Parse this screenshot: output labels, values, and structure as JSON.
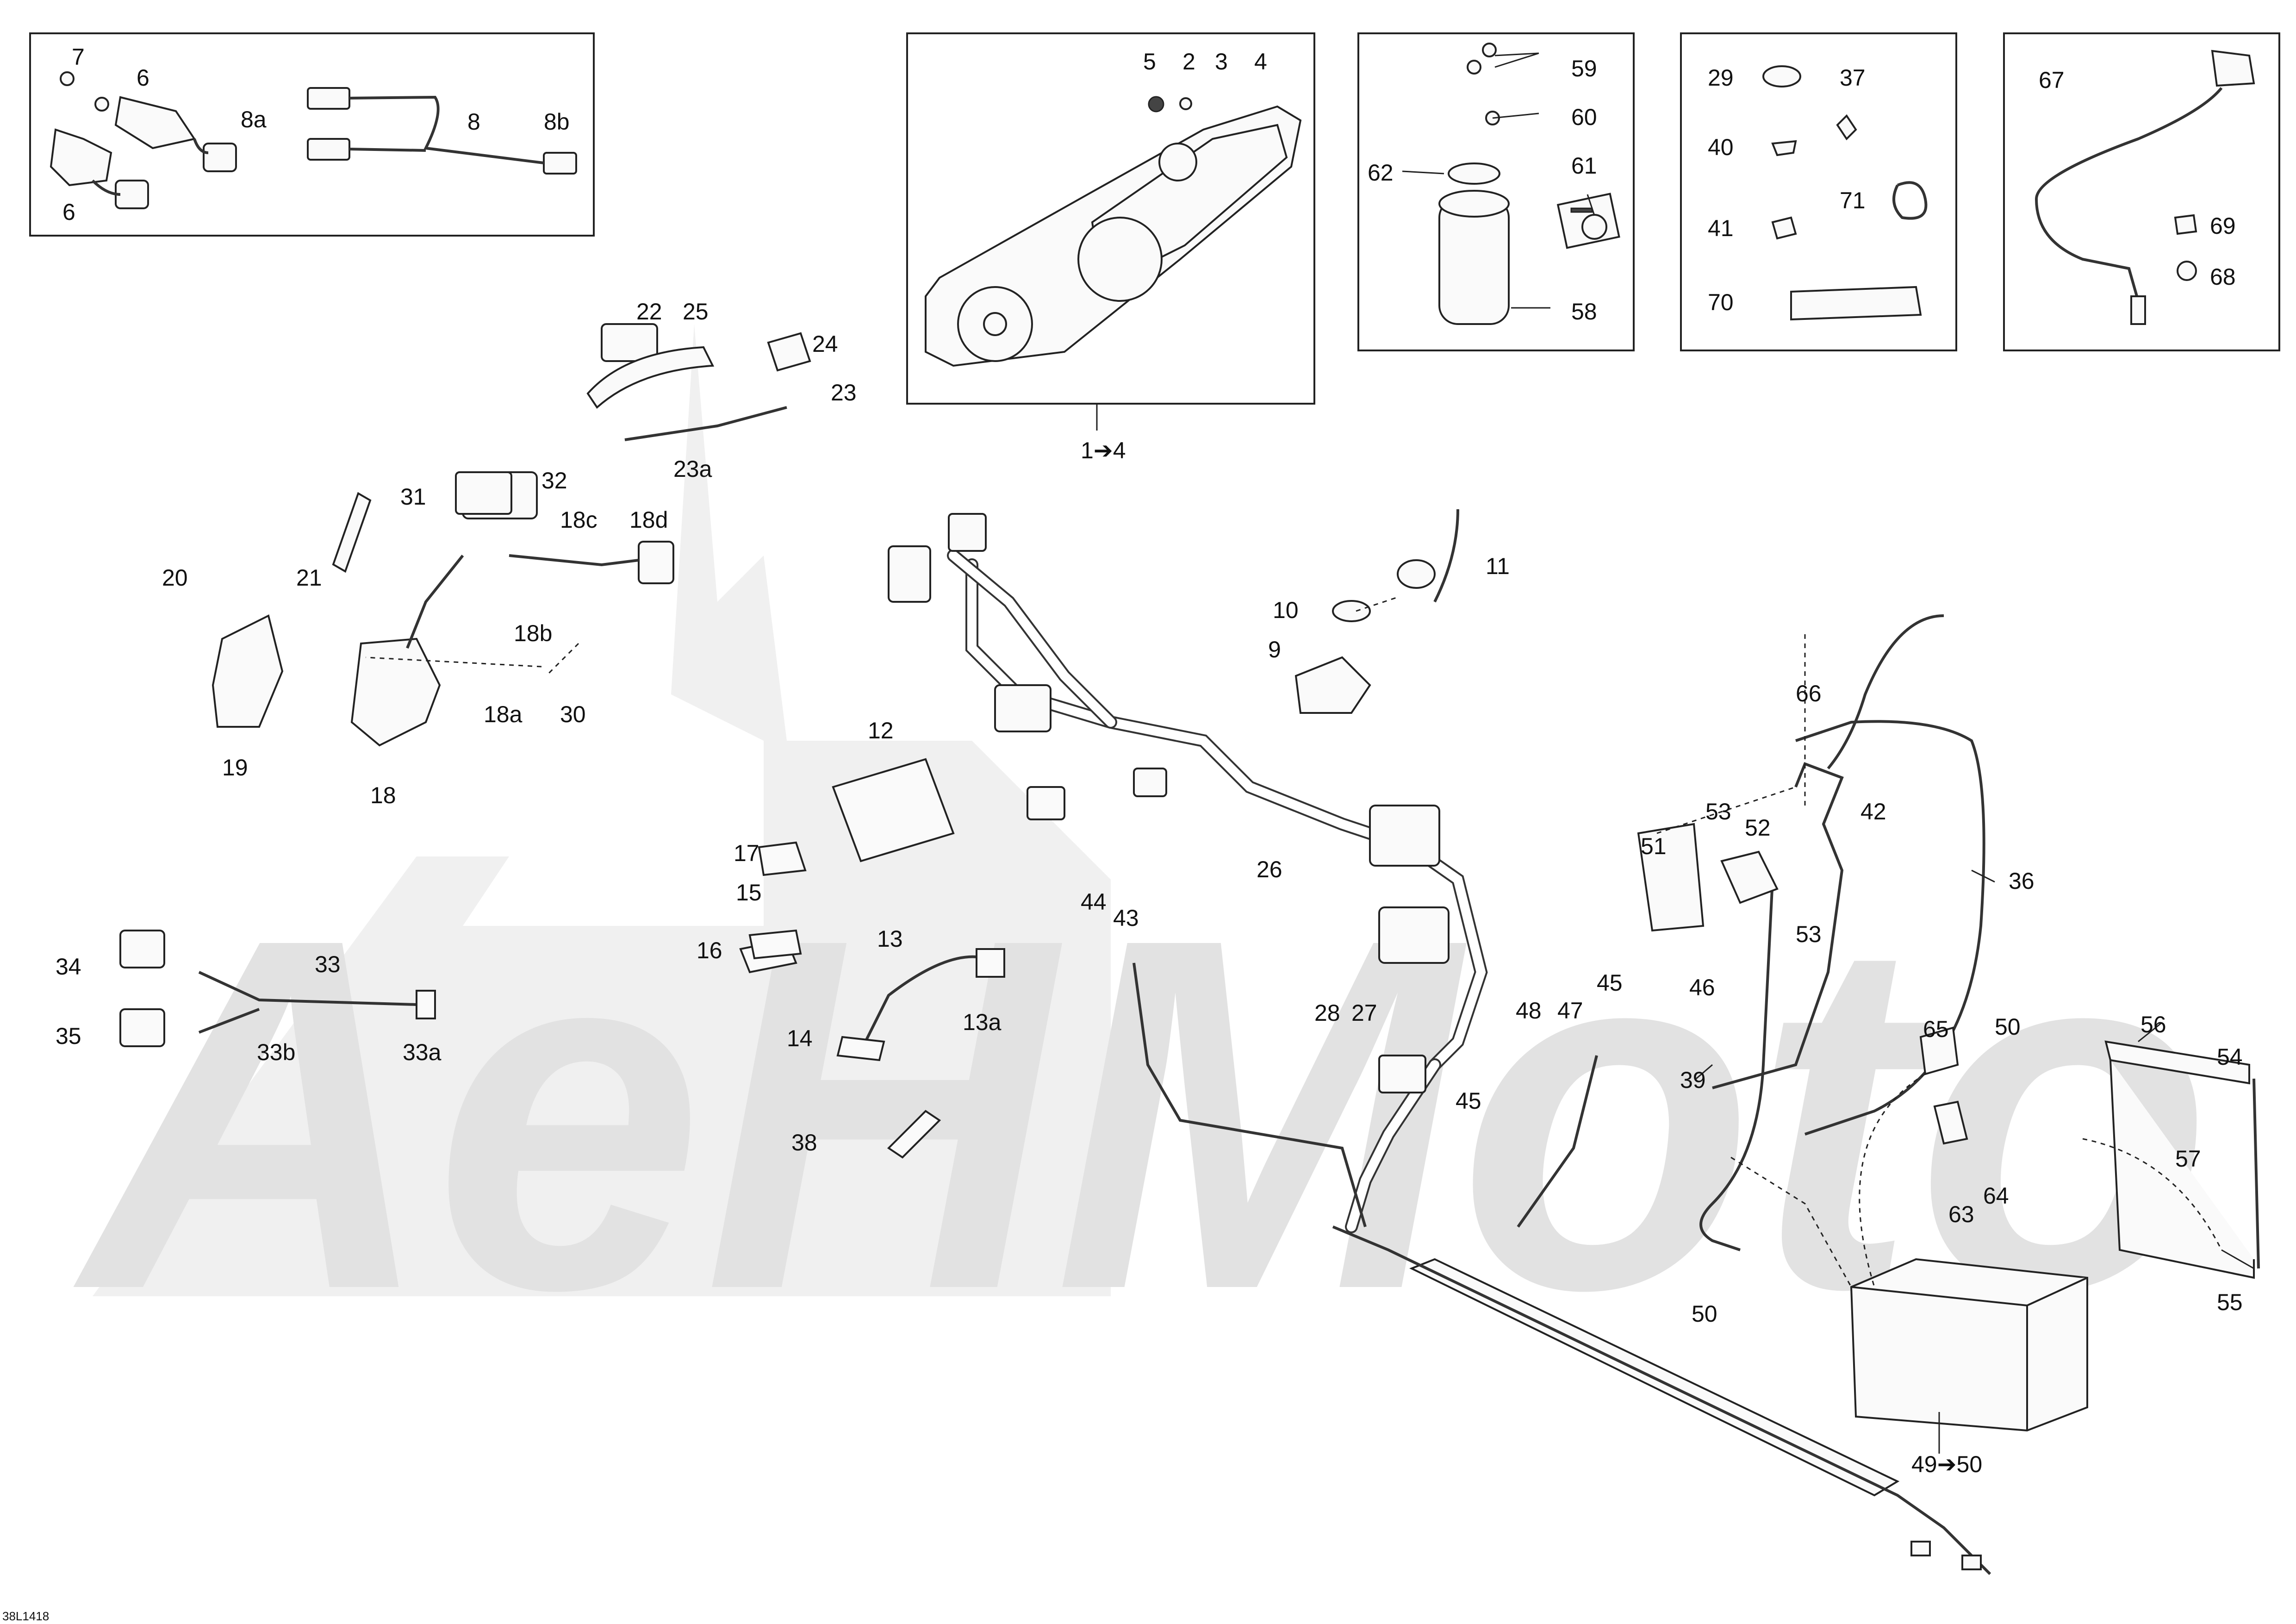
{
  "drawing_ref": "38L1418",
  "watermark_text": "AeHMoto",
  "callouts": [
    "7",
    "6",
    "8a",
    "8",
    "8b",
    "6",
    "5",
    "2",
    "3",
    "4",
    "1➔4",
    "59",
    "60",
    "62",
    "61",
    "58",
    "29",
    "37",
    "40",
    "41",
    "71",
    "70",
    "67",
    "69",
    "68",
    "22",
    "25",
    "24",
    "23",
    "23a",
    "31",
    "32",
    "18c",
    "18d",
    "21",
    "20",
    "18b",
    "18a",
    "30",
    "19",
    "18",
    "10",
    "11",
    "9",
    "12",
    "17",
    "15",
    "16",
    "26",
    "34",
    "33",
    "35",
    "33b",
    "33a",
    "13",
    "13a",
    "14",
    "38",
    "44",
    "43",
    "28",
    "27",
    "48",
    "47",
    "45",
    "66",
    "53",
    "52",
    "42",
    "51",
    "53",
    "45",
    "46",
    "36",
    "39",
    "65",
    "50",
    "56",
    "54",
    "63",
    "64",
    "57",
    "55",
    "50",
    "49➔50"
  ]
}
